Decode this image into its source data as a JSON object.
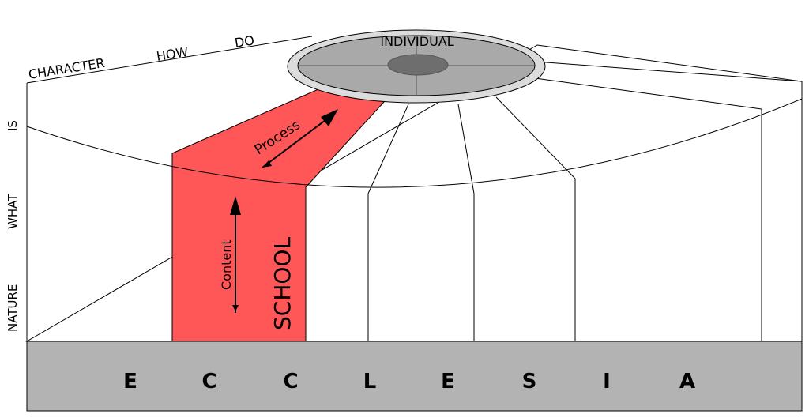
{
  "top_labels": {
    "character": "CHARACTER",
    "how": "HOW",
    "do": "DO"
  },
  "side_labels": {
    "is": "IS",
    "what": "WHAT",
    "nature": "NATURE"
  },
  "individual_label": "INDIVIDUAL",
  "school_label": "SCHOOL",
  "content_label": "Content",
  "process_label": "Process",
  "base_letters": [
    "E",
    "C",
    "C",
    "L",
    "E",
    "S",
    "I",
    "A"
  ],
  "colors": {
    "highlight": "#ff5757",
    "base": "#b3b3b3",
    "disc_outer": "#dcdcdc",
    "disc_inner": "#a9a9a9",
    "disc_core": "#6e6e6e",
    "line": "#000000"
  }
}
